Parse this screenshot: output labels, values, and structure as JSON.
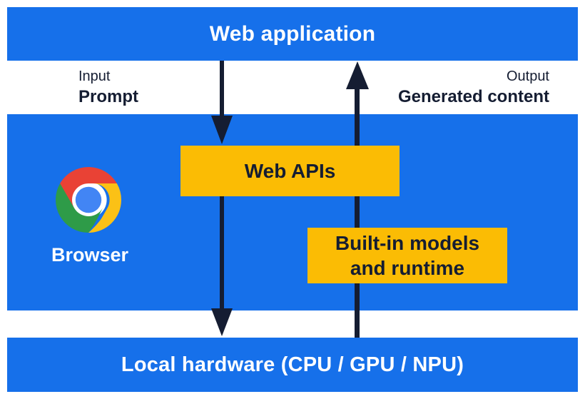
{
  "diagram": {
    "web_application": {
      "label": "Web application"
    },
    "input": {
      "title": "Input",
      "value": "Prompt"
    },
    "output": {
      "title": "Output",
      "value": "Generated content"
    },
    "browser": {
      "label": "Browser",
      "web_apis": {
        "label": "Web APIs"
      },
      "builtin_models": {
        "line1": "Built-in models",
        "line2": "and runtime"
      }
    },
    "local_hardware": {
      "label": "Local hardware (CPU / GPU / NPU)"
    }
  },
  "icons": {
    "chrome": "chrome-browser-logo"
  },
  "colors": {
    "section-blue": "#1670EA",
    "box-yellow": "#FBBC04",
    "ink-navy": "#151D32",
    "chrome-red": "#E94235",
    "chrome-green": "#2E9B48",
    "chrome-yellow": "#FBC116",
    "chrome-blue": "#4285F4",
    "chrome-ring": "#FFFFFF"
  }
}
